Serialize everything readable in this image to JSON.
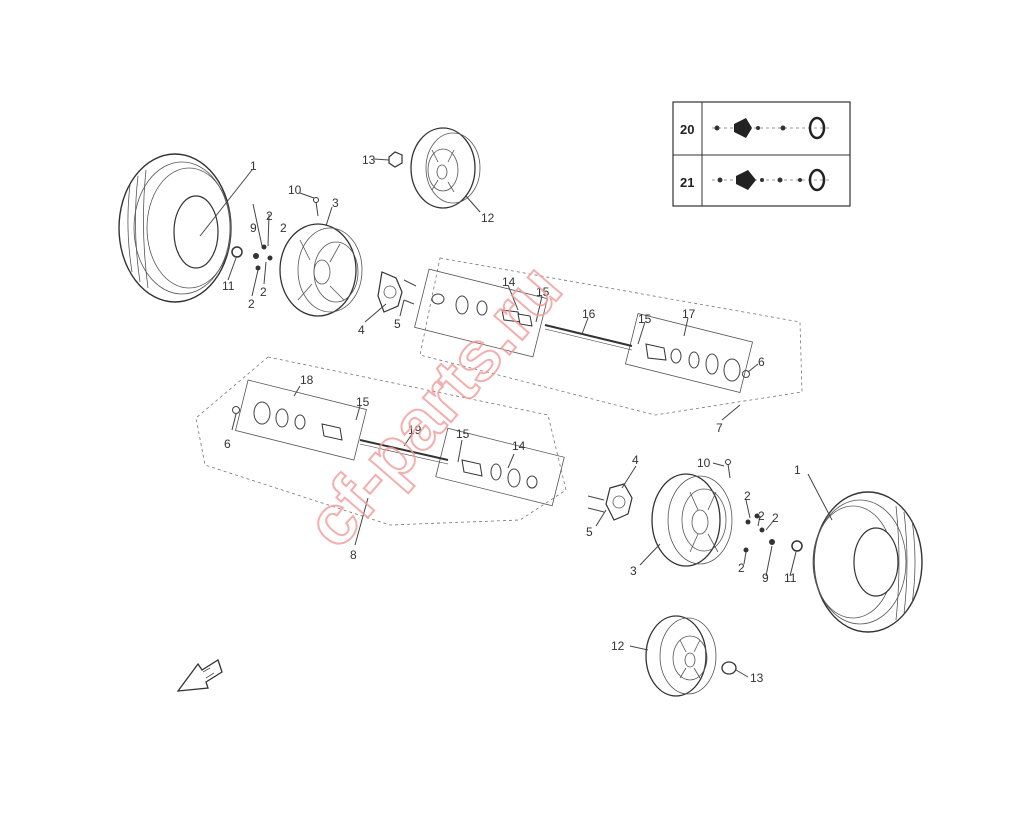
{
  "watermark": "cf-parts.ru",
  "callouts": {
    "c1a": "1",
    "c1b": "1",
    "c2a": "2",
    "c2b": "2",
    "c2c": "2",
    "c2d": "2",
    "c2e": "2",
    "c2f": "2",
    "c2g": "2",
    "c2h": "2",
    "c3a": "3",
    "c3b": "3",
    "c4a": "4",
    "c4b": "4",
    "c5a": "5",
    "c5b": "5",
    "c6a": "6",
    "c6b": "6",
    "c7": "7",
    "c8": "8",
    "c9a": "9",
    "c9b": "9",
    "c10a": "10",
    "c10b": "10",
    "c11a": "11",
    "c11b": "11",
    "c12a": "12",
    "c12b": "12",
    "c13a": "13",
    "c13b": "13",
    "c14a": "14",
    "c14b": "14",
    "c15a": "15",
    "c15b": "15",
    "c15c": "15",
    "c15d": "15",
    "c16": "16",
    "c17": "17",
    "c18": "18",
    "c19": "19"
  },
  "legend_table": {
    "rows": [
      {
        "label": "20"
      },
      {
        "label": "21"
      }
    ]
  },
  "icons": {
    "direction": "front-direction-arrow-icon"
  }
}
